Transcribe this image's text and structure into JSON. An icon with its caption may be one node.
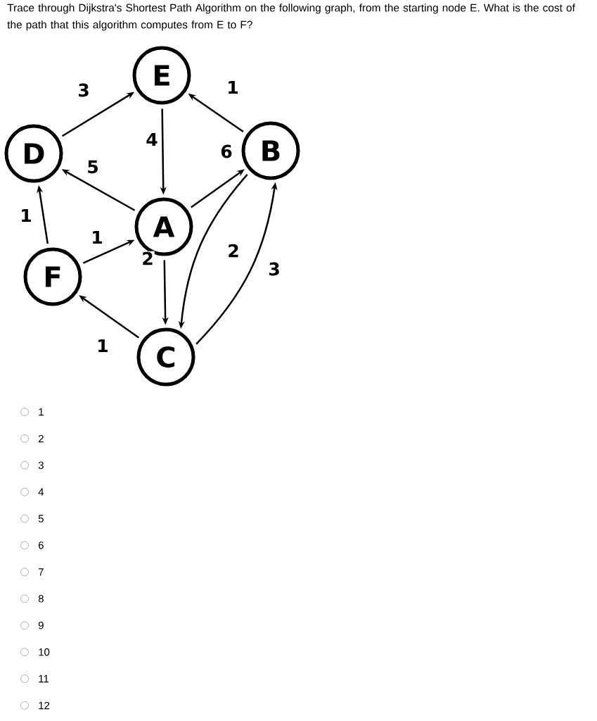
{
  "diagram": {
    "title": "Trace through Dijkstra's Shortest Path Algorithm on the following graph, from the starting node E.  What is the cost of the path that this algorithm computes from E to F?",
    "nodes": [
      {
        "text": [
          "E"
        ]
      },
      {
        "text": [
          "D"
        ]
      },
      {
        "text": [
          "B"
        ]
      },
      {
        "text": [
          "A"
        ]
      },
      {
        "text": [
          "F"
        ]
      },
      {
        "text": [
          "C"
        ]
      }
    ],
    "edges": [
      {
        "from": 1,
        "to": 0,
        "arrow": "to",
        "label": "3"
      },
      {
        "from": 2,
        "to": 0,
        "arrow": "to",
        "label": "1"
      },
      {
        "from": 0,
        "to": 3,
        "arrow": "to",
        "label": "4"
      },
      {
        "from": 3,
        "to": 1,
        "arrow": "to",
        "label": "5"
      },
      {
        "from": 3,
        "to": 2,
        "arrow": "to",
        "label": "6"
      },
      {
        "from": 4,
        "to": 1,
        "arrow": "to",
        "label": "1"
      },
      {
        "from": 4,
        "to": 3,
        "arrow": "to",
        "label": "1"
      },
      {
        "from": 3,
        "to": 5,
        "arrow": "to",
        "label": "2"
      },
      {
        "from": 5,
        "to": 4,
        "arrow": "to",
        "label": "1"
      },
      {
        "from": 2,
        "to": 5,
        "arrow": "to",
        "label": "2"
      },
      {
        "from": 5,
        "to": 2,
        "arrow": "to",
        "label": "3"
      }
    ],
    "labels": [
      "1",
      "2",
      "3",
      "4",
      "5",
      "6",
      "7",
      "8",
      "9",
      "10",
      "11",
      "12"
    ]
  }
}
